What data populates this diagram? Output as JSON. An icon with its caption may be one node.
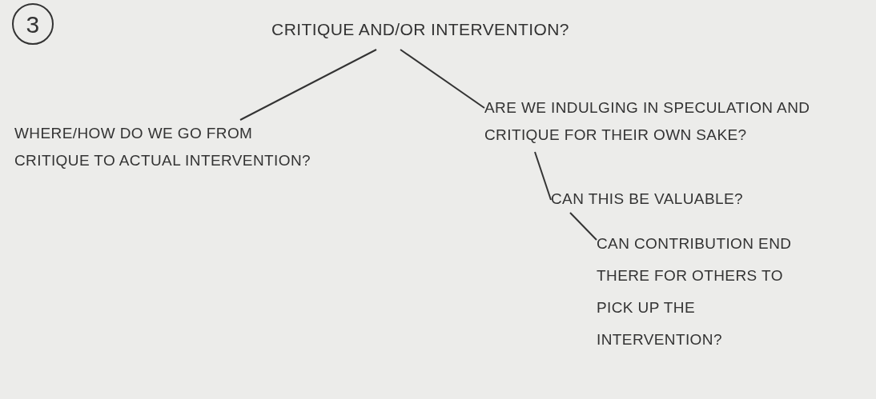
{
  "diagram": {
    "nodes": [
      {
        "text": [
          "3"
        ]
      },
      {
        "text": [
          "CRITIQUE AND/OR INTERVENTION?"
        ]
      },
      {
        "text": [
          "WHERE/HOW DO WE GO FROM CRITIQUE TO ACTUAL INTERVENTION?"
        ]
      },
      {
        "text": [
          "ARE WE INDULGING IN SPECULATION AND CRITIQUE FOR THEIR OWN SAKE?"
        ]
      },
      {
        "text": [
          "CAN THIS BE VALUABLE?"
        ]
      },
      {
        "text": [
          "CAN CONTRIBUTION END THERE FOR OTHERS TO PICK UP THE INTERVENTION?"
        ]
      }
    ],
    "edges": [
      {
        "from": 1,
        "to": 2,
        "arrow": "none"
      },
      {
        "from": 1,
        "to": 3,
        "arrow": "none"
      },
      {
        "from": 3,
        "to": 4,
        "arrow": "none"
      },
      {
        "from": 4,
        "to": 5,
        "arrow": "none"
      }
    ]
  }
}
